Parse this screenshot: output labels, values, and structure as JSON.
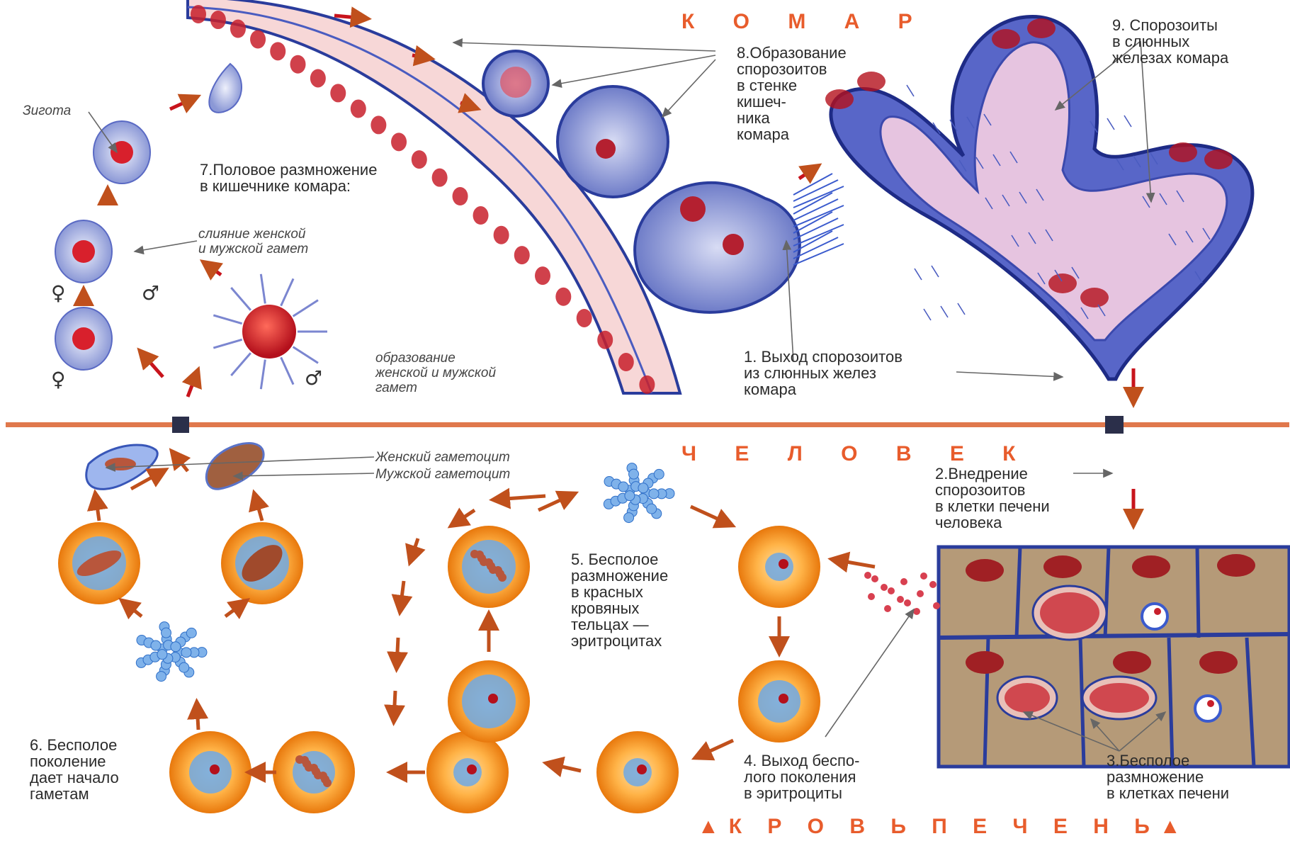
{
  "regions": {
    "mosquito": "К О М А Р",
    "human": "Ч Е Л О В Е К",
    "blood_liver": "▲К Р О В Ь    П Е Ч Е Н Ь▲"
  },
  "steps": {
    "s1": "1. Выход спорозоитов\nиз слюнных  желез\nкомара",
    "s2": "2.Внедрение\nспорозоитов\nв клетки  печени\nчеловека",
    "s3": "3.Бесполое\nразмножение\nв клетках печени",
    "s4": "4. Выход беспо-\nлого поколения\nв эритроциты",
    "s5": "5. Бесполое\nразмножение\nв красных\nкровяных\nтельцах —\nэритроцитах",
    "s6": "6. Бесполое\nпоколение\nдает начало\nгаметам",
    "s7": "7.Половое  размножение\nв кишечнике комара:",
    "s8": "8.Образование\nспорозоитов\nв стенке\nкишеч-\nника\nкомара",
    "s9": "9. Спорозоиты\nв  слюнных\nжелезах  комара"
  },
  "notes": {
    "zygote": "Зигота",
    "fusion": "слияние женской\nи мужской гамет",
    "gamete_formation": "образование\nженской и мужской\nгамет",
    "female_gametocyte": "Женский гаметоцит",
    "male_gametocyte": "Мужской гаметоцит"
  },
  "symbols": {
    "female": "♀",
    "male": "♂"
  },
  "colors": {
    "mosquito_blue": "#2a3c9c",
    "cell_red": "#c8202c",
    "erythrocyte_orange": "#f08a1c",
    "arrow_red": "#c8141c",
    "arrow_brown": "#c0501c",
    "liver_tan": "#b09070",
    "region_title": "#e85c2c",
    "divider": "#e0784c"
  }
}
